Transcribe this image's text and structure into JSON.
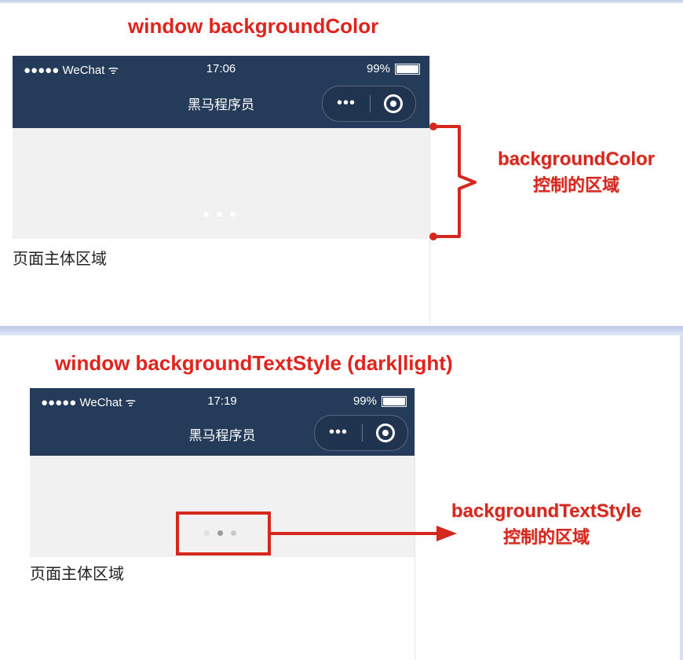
{
  "panel1": {
    "heading": "window backgroundColor",
    "phone": {
      "carrier": "●●●●● WeChat",
      "time": "17:06",
      "battery": "99%",
      "title": "黑马程序员",
      "capsule_more": "•••",
      "body_text": "页面主体区域"
    },
    "annotation": {
      "line1": "backgroundColor",
      "line2": "控制的区域"
    }
  },
  "panel2": {
    "heading": "window backgroundTextStyle  (dark|light)",
    "phone": {
      "carrier": "●●●●● WeChat",
      "time": "17:19",
      "battery": "99%",
      "title": "黑马程序员",
      "capsule_more": "•••",
      "body_text": "页面主体区域"
    },
    "annotation": {
      "line1": "backgroundTextStyle",
      "line2": "控制的区域"
    }
  },
  "colors": {
    "navbar": "#253b5a",
    "annotation": "#d4281e",
    "heading": "#e0231c",
    "pull_area": "#f1f1f1"
  }
}
